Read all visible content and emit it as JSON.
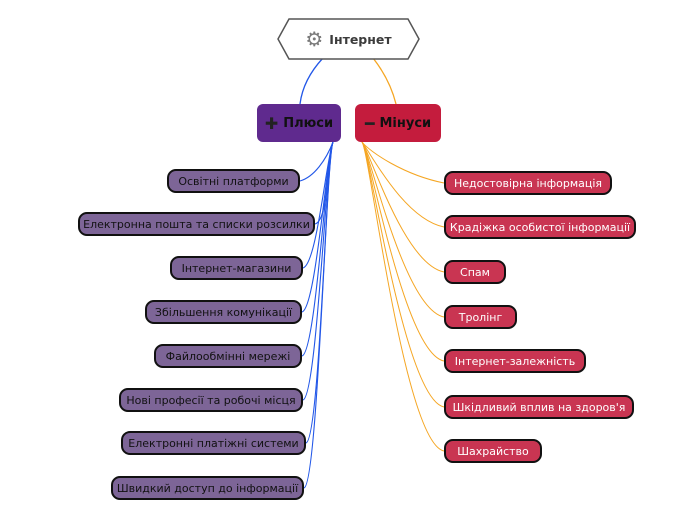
{
  "root": {
    "label": "Інтернет",
    "icon": "gear-icon"
  },
  "pros": {
    "label": "Плюси",
    "icon": "plus-icon",
    "color": "#5f2a8e",
    "items": [
      "Освітні платформи",
      "Електронна пошта та списки розсилки",
      "Інтернет-магазини",
      "Збільшення комунікації",
      "Файлообмінні мережі",
      "Нові професії та робочі місця",
      "Електронні платіжні системи",
      "Швидкий доступ до інформації"
    ]
  },
  "cons": {
    "label": "Мінуси",
    "icon": "minus-icon",
    "color": "#c41c3d",
    "items": [
      "Недостовірна інформація",
      "Крадіжка особистої інформації",
      "Спам",
      "Тролінг",
      "Інтернет-залежність",
      "Шкідливий вплив на здоров'я",
      "Шахрайство"
    ]
  },
  "colors": {
    "pros_link": "#2257e8",
    "cons_link": "#f5a623"
  }
}
